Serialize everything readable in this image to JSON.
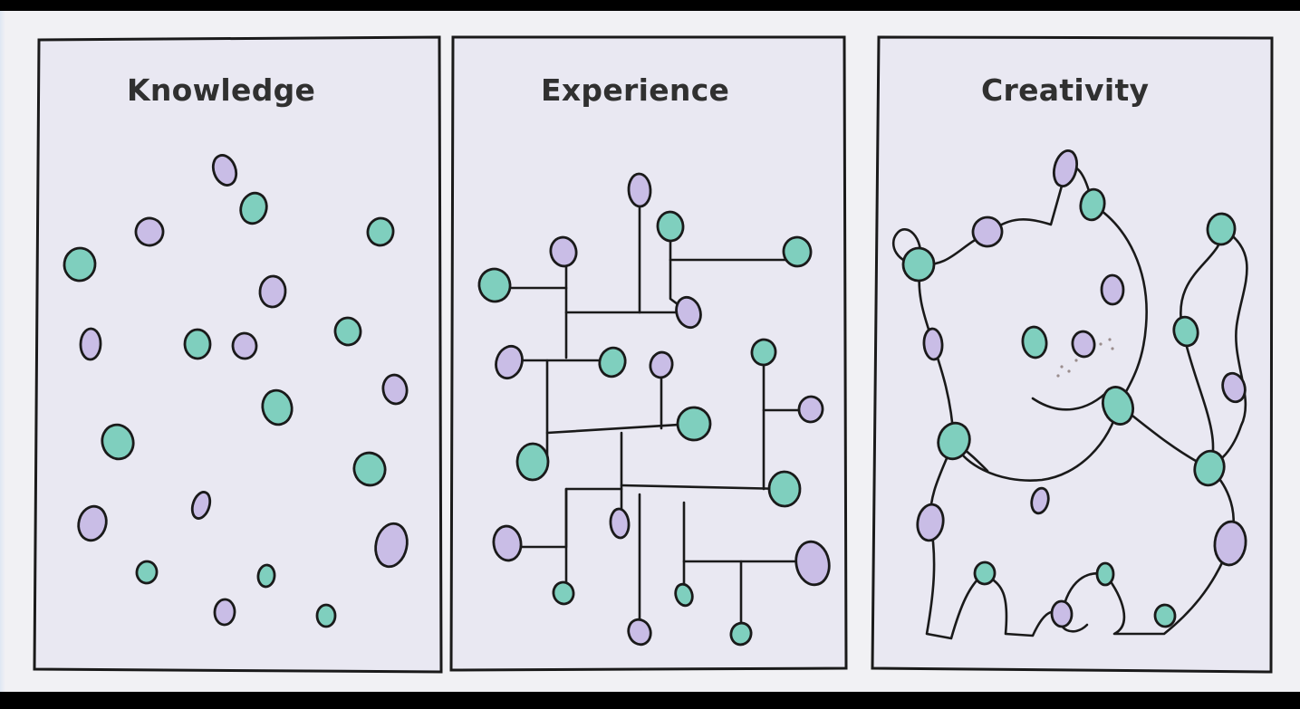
{
  "panels": [
    {
      "title": "Knowledge"
    },
    {
      "title": "Experience"
    },
    {
      "title": "Creativity"
    }
  ],
  "colors": {
    "background": "#000000",
    "paper": "#f1f1f4",
    "panel_fill": "#e9e8f2",
    "ink": "#1a1a1a",
    "teal_dot": "#7fcfbe",
    "purple_dot": "#c9bde6"
  }
}
